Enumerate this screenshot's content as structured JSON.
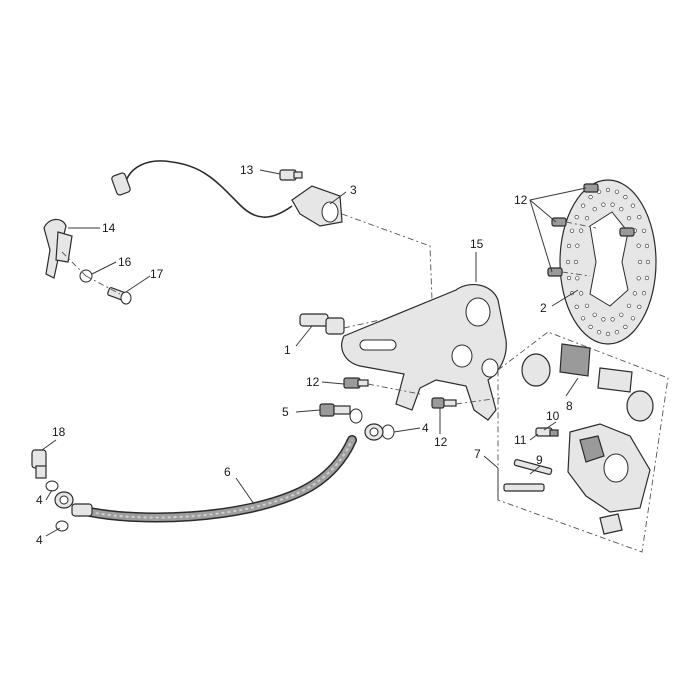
{
  "labels": {
    "p1": "1",
    "p2": "2",
    "p3": "3",
    "p4a": "4",
    "p4b": "4",
    "p4c": "4",
    "p5": "5",
    "p6": "6",
    "p7": "7",
    "p8": "8",
    "p9": "9",
    "p10": "10",
    "p11": "11",
    "p12a": "12",
    "p12b": "12",
    "p12c": "12",
    "p13": "13",
    "p14": "14",
    "p15": "15",
    "p16": "16",
    "p17": "17",
    "p18": "18"
  }
}
